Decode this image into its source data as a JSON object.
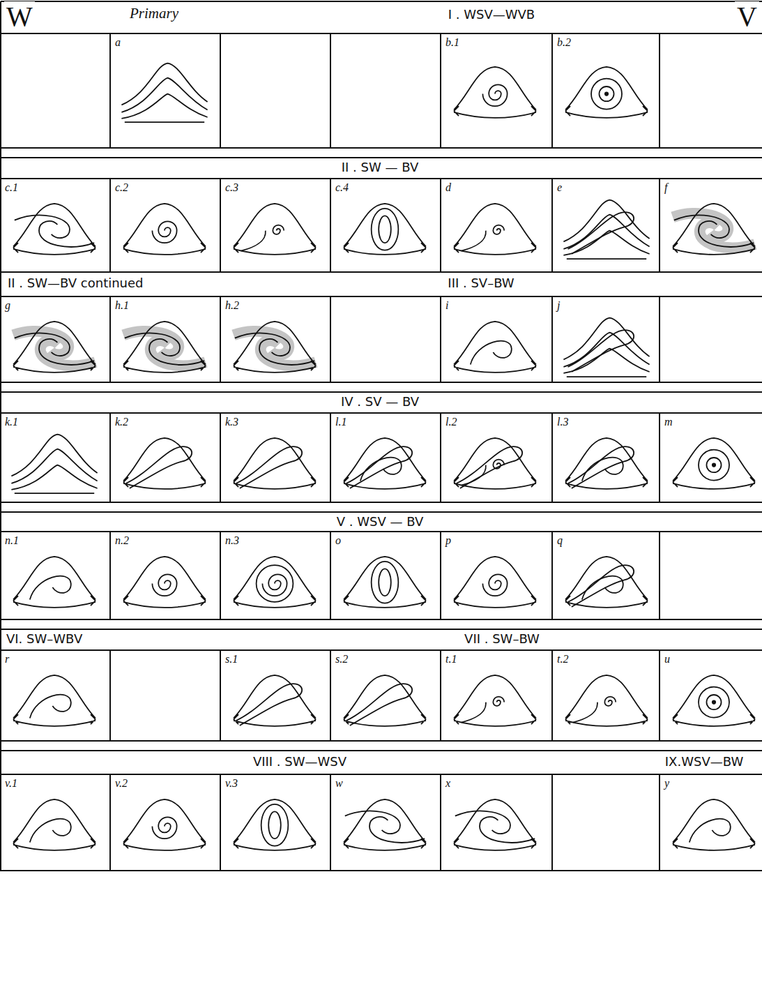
{
  "diagram": {
    "nodes": [
      {
        "text": [
          "a"
        ]
      },
      {
        "text": [
          "b.1"
        ]
      },
      {
        "text": [
          "b.2"
        ]
      },
      {
        "text": [
          "c.1"
        ]
      },
      {
        "text": [
          "c.2"
        ]
      },
      {
        "text": [
          "c.3"
        ]
      },
      {
        "text": [
          "c.4"
        ]
      },
      {
        "text": [
          "d"
        ]
      },
      {
        "text": [
          "e"
        ]
      },
      {
        "text": [
          "f"
        ]
      },
      {
        "text": [
          "g"
        ]
      },
      {
        "text": [
          "h.1"
        ]
      },
      {
        "text": [
          "h.2"
        ]
      },
      {
        "text": [
          "i"
        ]
      },
      {
        "text": [
          "j"
        ]
      },
      {
        "text": [
          "k.1"
        ]
      },
      {
        "text": [
          "k.2"
        ]
      },
      {
        "text": [
          "k.3"
        ]
      },
      {
        "text": [
          "l.1"
        ]
      },
      {
        "text": [
          "l.2"
        ]
      },
      {
        "text": [
          "l.3"
        ]
      },
      {
        "text": [
          "m"
        ]
      },
      {
        "text": [
          "n.1"
        ]
      },
      {
        "text": [
          "n.2"
        ]
      },
      {
        "text": [
          "n.3"
        ]
      },
      {
        "text": [
          "o"
        ]
      },
      {
        "text": [
          "p"
        ]
      },
      {
        "text": [
          "q"
        ]
      },
      {
        "text": [
          "r"
        ]
      },
      {
        "text": [
          "s.1"
        ]
      },
      {
        "text": [
          "s.2"
        ]
      },
      {
        "text": [
          "t.1"
        ]
      },
      {
        "text": [
          "t.2"
        ]
      },
      {
        "text": [
          "u"
        ]
      },
      {
        "text": [
          "v.1"
        ]
      },
      {
        "text": [
          "v.2"
        ]
      },
      {
        "text": [
          "v.3"
        ]
      },
      {
        "text": [
          "w"
        ]
      },
      {
        "text": [
          "x"
        ]
      },
      {
        "text": [
          "y"
        ]
      }
    ],
    "labels": [
      "W",
      "Primary",
      "I . WSV—WVB",
      "V",
      "II . SW — BV",
      "II . SW—BV continued",
      "III . SV–BW",
      "IV . SV — BV",
      "V . WSV — BV",
      "VI. SW–WBV",
      "VII . SW–BW",
      "VIII . SW—WSV",
      "IX.WSV—BW"
    ]
  }
}
